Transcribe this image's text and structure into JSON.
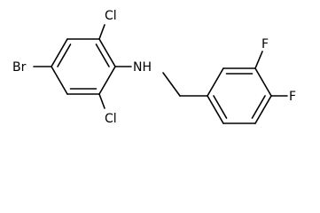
{
  "molecule": {
    "atoms": {
      "br": "Br",
      "cl_top": "Cl",
      "cl_bottom": "Cl",
      "nh": "NH",
      "f_top": "F",
      "f_right": "F"
    },
    "colors": {
      "bond": "#000000",
      "label": "#000000",
      "background": "#ffffff"
    }
  }
}
